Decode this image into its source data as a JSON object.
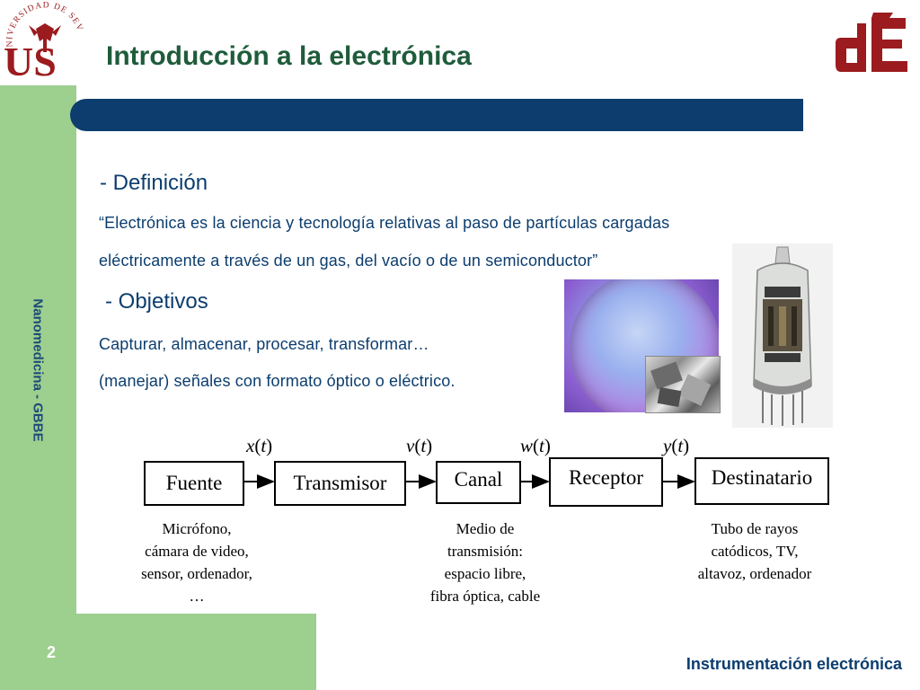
{
  "header": {
    "title": "Introducción a la electrónica",
    "university_logo": {
      "arc_text": "UNIVERSIDAD DE SEVILLA",
      "letters": "US"
    },
    "dept_logo": {
      "letters": "dE"
    }
  },
  "sidebar": {
    "vertical_text": "Nanomedicina - GBBE",
    "page_number": "2"
  },
  "footer": {
    "text": "Instrumentación electrónica"
  },
  "content": {
    "definition_heading": "- Definición",
    "definition_line1": "“Electrónica es la ciencia y tecnología relativas al paso de partículas cargadas",
    "definition_line2": "eléctricamente a través de un gas, del vacío o de un semiconductor”",
    "objectives_heading": "- Objetivos",
    "objectives_line1": "Capturar, almacenar, procesar, transformar…",
    "objectives_line2": "(manejar) señales con formato óptico o eléctrico."
  },
  "diagram": {
    "blocks": [
      "Fuente",
      "Transmisor",
      "Canal",
      "Receptor",
      "Destinatario"
    ],
    "signals": [
      {
        "fn": "x",
        "arg": "t"
      },
      {
        "fn": "v",
        "arg": "t"
      },
      {
        "fn": "w",
        "arg": "t"
      },
      {
        "fn": "y",
        "arg": "t"
      }
    ],
    "descriptions": {
      "source": [
        "Micrófono,",
        "cámara de video,",
        "sensor, ordenador,",
        "…"
      ],
      "channel": [
        "Medio de",
        "transmisión:",
        "espacio libre,",
        "fibra óptica, cable"
      ],
      "destination": [
        "Tubo de rayos",
        "catódicos, TV,",
        "altavoz, ordenador"
      ]
    }
  },
  "colors": {
    "title": "#1f5c3b",
    "navy": "#0c3d6e",
    "green_band": "#9dcf8e",
    "logo_red": "#9b1b1e"
  }
}
